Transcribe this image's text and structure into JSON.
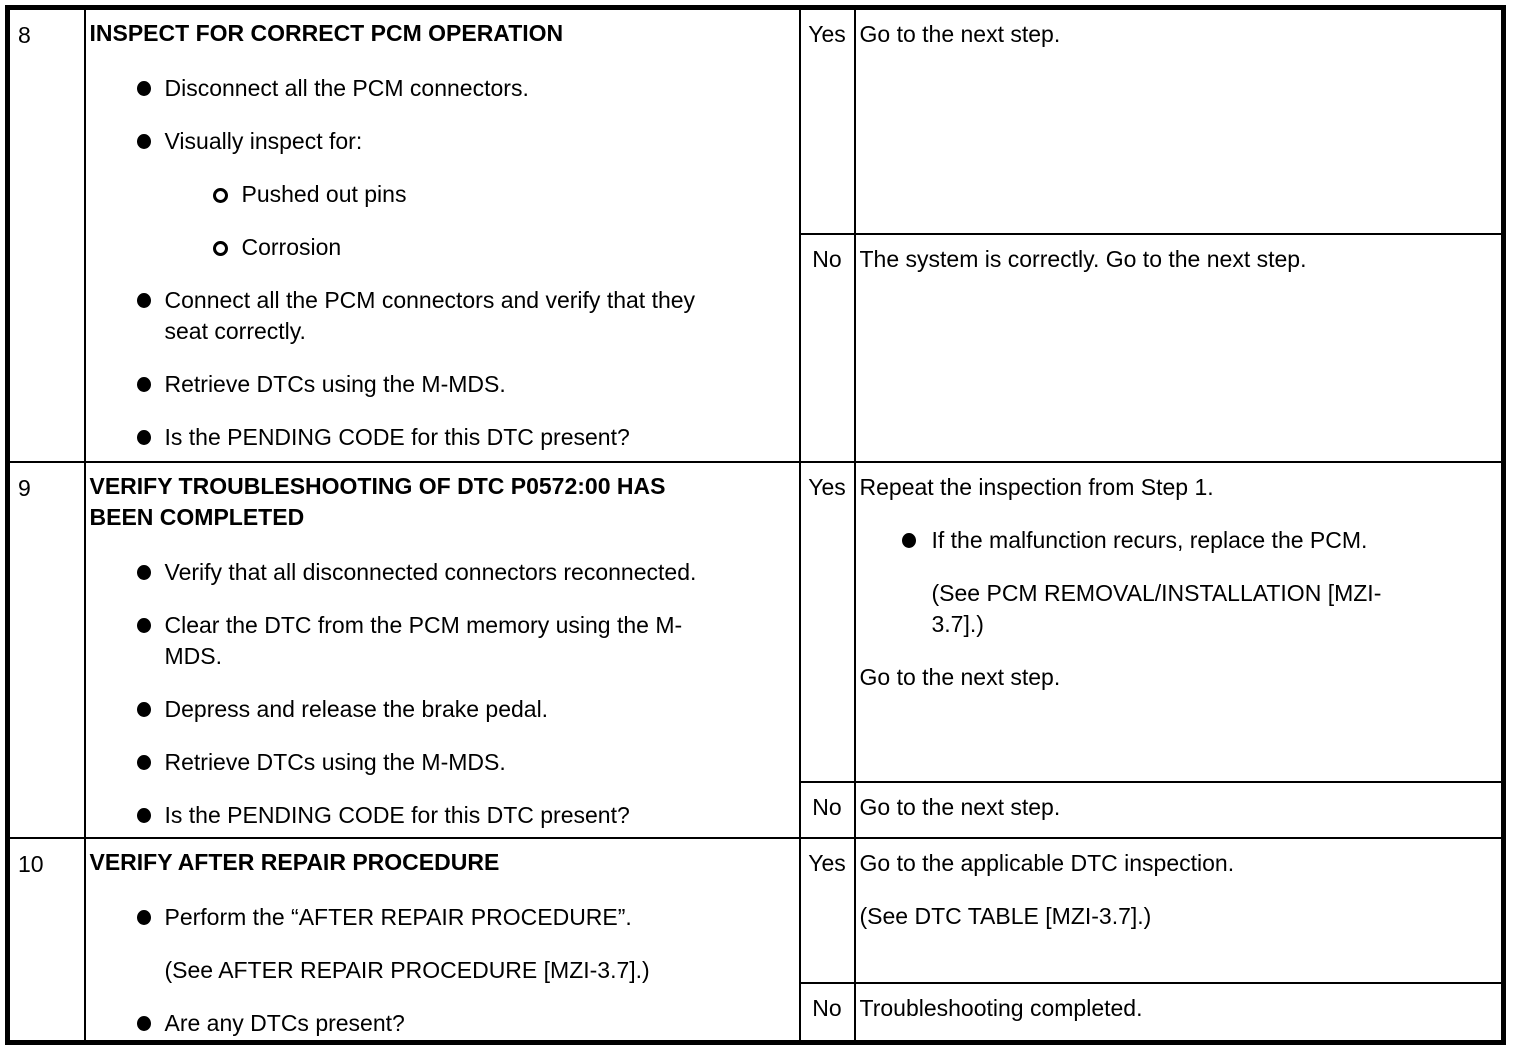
{
  "colors": {
    "text": "#000000",
    "background": "#ffffff",
    "border": "#000000"
  },
  "steps": [
    {
      "number": "8",
      "title": "INSPECT FOR CORRECT PCM OPERATION",
      "actions": [
        {
          "text": "Disconnect all the PCM connectors."
        },
        {
          "text": "Visually inspect for:"
        },
        {
          "text": "Pushed out pins"
        },
        {
          "text": "Corrosion"
        },
        {
          "text": "Connect all the PCM connectors and verify that they seat correctly."
        },
        {
          "text": "Retrieve DTCs using the M-MDS."
        },
        {
          "text": "Is the PENDING CODE for this DTC present?"
        }
      ],
      "yes": {
        "label": "Yes",
        "blocks": [
          {
            "text": "Go to the next step."
          }
        ]
      },
      "no": {
        "label": "No",
        "blocks": [
          {
            "text": "The system is correctly. Go to the next step."
          }
        ]
      }
    },
    {
      "number": "9",
      "title": "VERIFY TROUBLESHOOTING OF DTC P0572:00 HAS BEEN COMPLETED",
      "actions": [
        {
          "text": "Verify that all disconnected connectors reconnected."
        },
        {
          "text": "Clear the DTC from the PCM memory using the M-MDS."
        },
        {
          "text": "Depress and release the brake pedal."
        },
        {
          "text": "Retrieve DTCs using the M-MDS."
        },
        {
          "text": "Is the PENDING CODE for this DTC present?"
        }
      ],
      "yes": {
        "label": "Yes",
        "blocks": [
          {
            "text": "Repeat the inspection from Step 1."
          },
          {
            "text": "If the malfunction recurs, replace the PCM."
          },
          {
            "text": "(See PCM REMOVAL/INSTALLATION [MZI-3.7].)"
          },
          {
            "text": "Go to the next step."
          }
        ]
      },
      "no": {
        "label": "No",
        "blocks": [
          {
            "text": "Go to the next step."
          }
        ]
      }
    },
    {
      "number": "10",
      "title": "VERIFY AFTER REPAIR PROCEDURE",
      "actions": [
        {
          "text": "Perform the “AFTER REPAIR PROCEDURE”."
        },
        {
          "text": "(See AFTER REPAIR PROCEDURE [MZI-3.7].)"
        },
        {
          "text": "Are any DTCs present?"
        }
      ],
      "yes": {
        "label": "Yes",
        "blocks": [
          {
            "text": "Go to the applicable DTC inspection."
          },
          {
            "text": "(See DTC TABLE [MZI-3.7].)"
          }
        ]
      },
      "no": {
        "label": "No",
        "blocks": [
          {
            "text": "Troubleshooting completed."
          }
        ]
      }
    }
  ]
}
